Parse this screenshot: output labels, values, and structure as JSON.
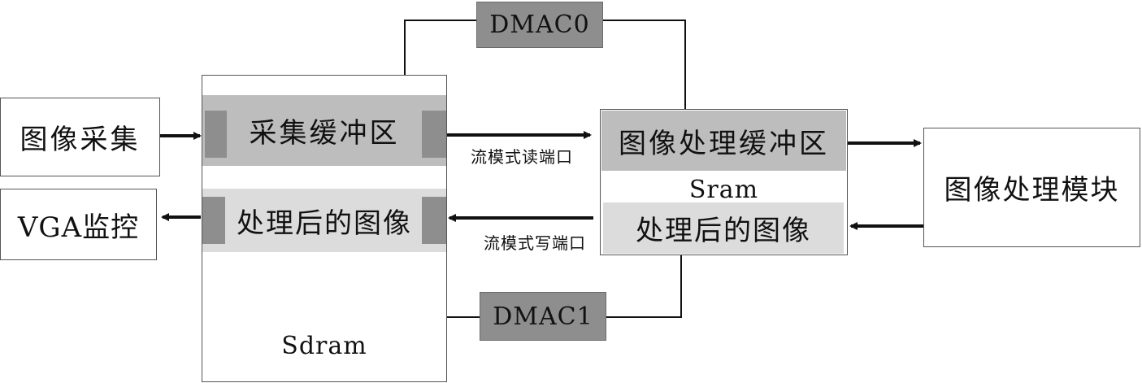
{
  "nodes": {
    "image_capture": "图像采集",
    "vga_monitor": "VGA监控",
    "image_processing_module": "图像处理模块"
  },
  "sdram": {
    "label": "Sdram",
    "capture_buffer": "采集缓冲区",
    "processed_image": "处理后的图像"
  },
  "sram": {
    "label": "Sram",
    "processing_buffer": "图像处理缓冲区",
    "processed_image": "处理后的图像"
  },
  "dma": {
    "dmac0": "DMAC0",
    "dmac1": "DMAC1"
  },
  "ports": {
    "stream_read": "流模式读端口",
    "stream_write": "流模式写端口"
  },
  "colors": {
    "line": "#111111",
    "box_border": "#555555",
    "band_dark": "#bdbdbd",
    "band_light": "#dcdcdc",
    "cap": "#8e8e8e"
  }
}
